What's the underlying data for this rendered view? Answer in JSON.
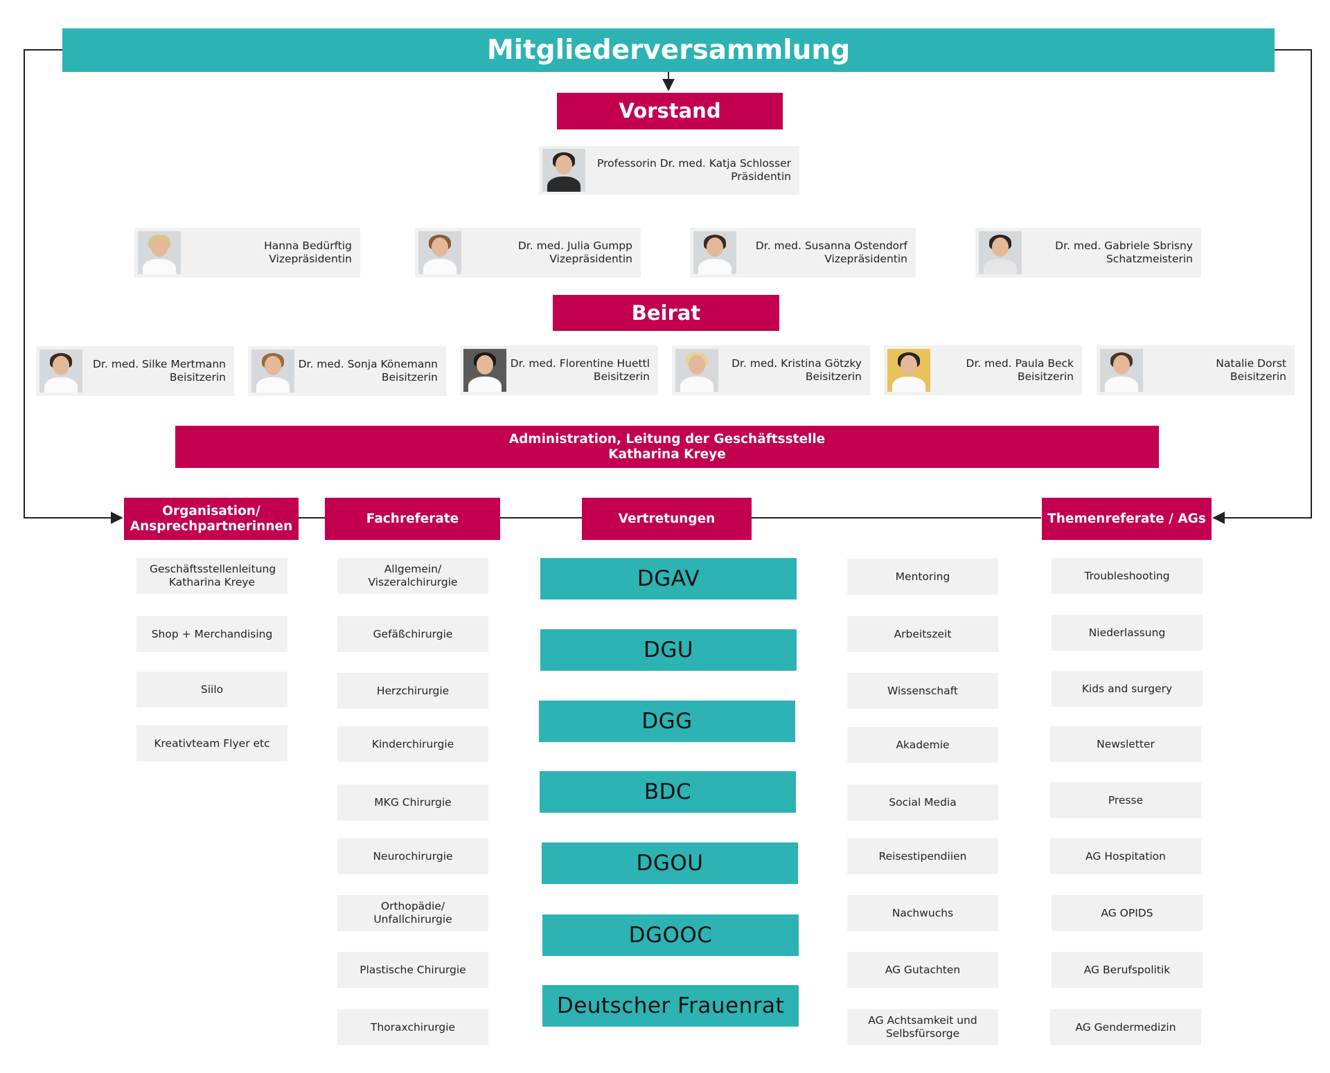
{
  "colors": {
    "teal": "#2db3b3",
    "magenta": "#c2004f",
    "card": "#f1f1f1",
    "line": "#222222"
  },
  "header": {
    "title": "Mitgliederversammlung"
  },
  "vorstand": {
    "title": "Vorstand",
    "president": {
      "name": "Professorin Dr. med. Katja Schlosser",
      "role": "Präsidentin"
    },
    "members": [
      {
        "name": "Hanna Bedürftig",
        "role": "Vizepräsidentin"
      },
      {
        "name": "Dr. med. Julia Gumpp",
        "role": "Vizepräsidentin"
      },
      {
        "name": "Dr. med. Susanna Ostendorf",
        "role": "Vizepräsidentin"
      },
      {
        "name": "Dr. med. Gabriele Sbrisny",
        "role": "Schatzmeisterin"
      }
    ]
  },
  "beirat": {
    "title": "Beirat",
    "members": [
      {
        "name": "Dr. med. Silke Mertmann",
        "role": "Beisitzerin"
      },
      {
        "name": "Dr. med. Sonja Könemann",
        "role": "Beisitzerin"
      },
      {
        "name": "Dr. med. Florentine Huettl",
        "role": "Beisitzerin"
      },
      {
        "name": "Dr. med. Kristina Götzky",
        "role": "Beisitzerin"
      },
      {
        "name": "Dr. med. Paula Beck",
        "role": "Beisitzerin"
      },
      {
        "name": "Natalie Dorst",
        "role": "Beisitzerin"
      }
    ]
  },
  "administration": {
    "line1": "Administration, Leitung der Geschäftsstelle",
    "line2": "Katharina Kreye"
  },
  "columns": {
    "organisation": {
      "title_line1": "Organisation/",
      "title_line2": "Ansprechpartnerinnen",
      "items": [
        "Geschäftsstellenleitung Katharina Kreye",
        "Shop + Merchandising",
        "Siilo",
        "Kreativteam Flyer etc"
      ]
    },
    "fachreferate": {
      "title": "Fachreferate",
      "items": [
        "Allgemein/ Viszeralchirurgie",
        "Gefäßchirurgie",
        "Herzchirurgie",
        "Kinderchirurgie",
        "MKG Chirurgie",
        "Neurochirurgie",
        "Orthopädie/ Unfallchirurgie",
        "Plastische Chirurgie",
        "Thoraxchirurgie"
      ]
    },
    "vertretungen": {
      "title": "Vertretungen",
      "items": [
        "DGAV",
        "DGU",
        "DGG",
        "BDC",
        "DGOU",
        "DGOOC",
        "Deutscher Frauenrat"
      ]
    },
    "sonstige": {
      "items": [
        "Mentoring",
        "Arbeitszeit",
        "Wissenschaft",
        "Akademie",
        "Social Media",
        "Reisestipendiien",
        "Nachwuchs",
        "AG Gutachten",
        "AG Achtsamkeit und Selbsfürsorge"
      ]
    },
    "themenreferate": {
      "title": "Themenreferate / AGs",
      "items": [
        "Troubleshooting",
        "Niederlassung",
        "Kids and surgery",
        "Newsletter",
        "Presse",
        "AG Hospitation",
        "AG OPIDS",
        "AG Berufspolitik",
        "AG Gendermedizin"
      ]
    }
  }
}
